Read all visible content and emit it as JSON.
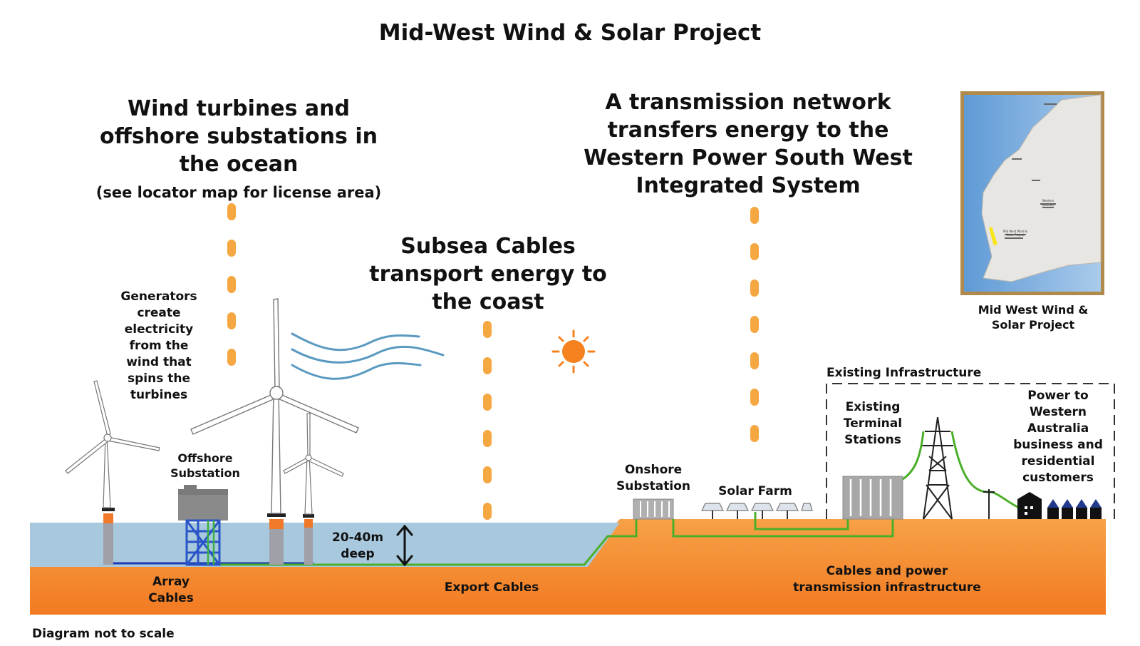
{
  "title": "Mid-West Wind & Solar Project",
  "sections": {
    "wind_heading": [
      "Wind turbines and",
      "offshore substations in",
      "the ocean"
    ],
    "wind_note": "(see locator map for license area)",
    "subsea_heading": [
      "Subsea Cables",
      "transport energy to",
      "the coast"
    ],
    "transmission_heading": [
      "A transmission network",
      "transfers energy to the",
      "Western Power South West",
      "Integrated System"
    ]
  },
  "labels": {
    "generators": [
      "Generators",
      "create",
      "electricity",
      "from the",
      "wind that",
      "spins the",
      "turbines"
    ],
    "offshore_substation": [
      "Offshore",
      "Substation"
    ],
    "depth": [
      "20-40m",
      "deep"
    ],
    "array_cables": [
      "Array",
      "Cables"
    ],
    "export_cables": "Export Cables",
    "onshore_substation": [
      "Onshore",
      "Substation"
    ],
    "solar_farm": "Solar Farm",
    "existing_infrastructure": "Existing Infrastructure",
    "terminal_stations": [
      "Existing",
      "Terminal",
      "Stations"
    ],
    "power_to_wa": [
      "Power to",
      "Western",
      "Australia",
      "business and",
      "residential",
      "customers"
    ],
    "cables_power": [
      "Cables and power",
      "transmission infrastructure"
    ],
    "not_to_scale": "Diagram not to scale"
  },
  "map": {
    "caption": [
      "Mid West Wind &",
      "Solar Project"
    ],
    "place_labels": [
      "Western",
      "Australia",
      "Mid West Wind &",
      "Solar Project"
    ]
  },
  "colors": {
    "ground": "#f58a2c",
    "sea": "#a8c8de",
    "dots": "#f5a742",
    "cable_green": "#4caf2a",
    "array_blue": "#1c3bb0",
    "sun": "#f5821f",
    "wind_lines": "#5a9ac0"
  }
}
